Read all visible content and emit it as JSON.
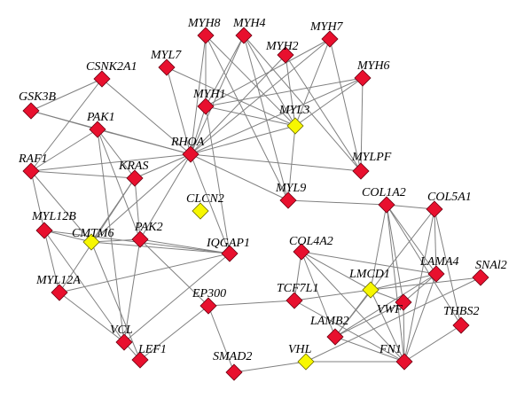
{
  "colors": {
    "protein": "#e8102e",
    "highlighted": "#f7f700",
    "edge": "#808080"
  },
  "nodes": [
    {
      "id": "MYH8",
      "label": "MYH8",
      "color": "protein"
    },
    {
      "id": "MYH4",
      "label": "MYH4",
      "color": "protein"
    },
    {
      "id": "MYH7",
      "label": "MYH7",
      "color": "protein"
    },
    {
      "id": "MYH2",
      "label": "MYH2",
      "color": "protein"
    },
    {
      "id": "MYL7",
      "label": "MYL7",
      "color": "protein"
    },
    {
      "id": "MYH6",
      "label": "MYH6",
      "color": "protein"
    },
    {
      "id": "CSNK2A1",
      "label": "CSNK2A1",
      "color": "protein"
    },
    {
      "id": "MYH1",
      "label": "MYH1",
      "color": "protein"
    },
    {
      "id": "MYL3",
      "label": "MYL3",
      "color": "highlighted"
    },
    {
      "id": "GSK3B",
      "label": "GSK3B",
      "color": "protein"
    },
    {
      "id": "PAK1",
      "label": "PAK1",
      "color": "protein"
    },
    {
      "id": "RHOA",
      "label": "RHOA",
      "color": "protein"
    },
    {
      "id": "MYLPF",
      "label": "MYLPF",
      "color": "protein"
    },
    {
      "id": "RAF1",
      "label": "RAF1",
      "color": "protein"
    },
    {
      "id": "KRAS",
      "label": "KRAS",
      "color": "protein"
    },
    {
      "id": "CLCN2",
      "label": "CLCN2",
      "color": "highlighted"
    },
    {
      "id": "MYL9",
      "label": "MYL9",
      "color": "protein"
    },
    {
      "id": "COL1A2",
      "label": "COL1A2",
      "color": "protein"
    },
    {
      "id": "COL5A1",
      "label": "COL5A1",
      "color": "protein"
    },
    {
      "id": "MYL12B",
      "label": "MYL12B",
      "color": "protein"
    },
    {
      "id": "CMTM6",
      "label": "CMTM6",
      "color": "highlighted"
    },
    {
      "id": "PAK2",
      "label": "PAK2",
      "color": "protein"
    },
    {
      "id": "IQGAP1",
      "label": "IQGAP1",
      "color": "protein"
    },
    {
      "id": "COL4A2",
      "label": "COL4A2",
      "color": "protein"
    },
    {
      "id": "LAMA4",
      "label": "LAMA4",
      "color": "protein"
    },
    {
      "id": "SNAI2",
      "label": "SNAl2",
      "color": "protein"
    },
    {
      "id": "LMCD1",
      "label": "LMCD1",
      "color": "highlighted"
    },
    {
      "id": "TCF7L1",
      "label": "TCF7L1",
      "color": "protein"
    },
    {
      "id": "MYL12A",
      "label": "MYL12A",
      "color": "protein"
    },
    {
      "id": "EP300",
      "label": "EP300",
      "color": "protein"
    },
    {
      "id": "VWF",
      "label": "VWF",
      "color": "protein"
    },
    {
      "id": "LAMB2",
      "label": "LAMB2",
      "color": "protein"
    },
    {
      "id": "THBS2",
      "label": "THBS2",
      "color": "protein"
    },
    {
      "id": "VCL",
      "label": "VCL",
      "color": "protein"
    },
    {
      "id": "LEF1",
      "label": "LEF1",
      "color": "protein"
    },
    {
      "id": "SMAD2",
      "label": "SMAD2",
      "color": "protein"
    },
    {
      "id": "VHL",
      "label": "VHL",
      "color": "highlighted"
    },
    {
      "id": "FN1",
      "label": "FN1",
      "color": "protein"
    }
  ],
  "edges": [
    [
      "MYH8",
      "RHOA"
    ],
    [
      "MYH8",
      "MYL3"
    ],
    [
      "MYH8",
      "MYL9"
    ],
    [
      "MYH8",
      "MYH1"
    ],
    [
      "MYH4",
      "RHOA"
    ],
    [
      "MYH4",
      "MYL3"
    ],
    [
      "MYH4",
      "MYLPF"
    ],
    [
      "MYH4",
      "MYL9"
    ],
    [
      "MYH4",
      "MYH1"
    ],
    [
      "MYH7",
      "RHOA"
    ],
    [
      "MYH7",
      "MYL3"
    ],
    [
      "MYH7",
      "MYLPF"
    ],
    [
      "MYH7",
      "MYH1"
    ],
    [
      "MYH2",
      "RHOA"
    ],
    [
      "MYH2",
      "MYL3"
    ],
    [
      "MYH2",
      "MYLPF"
    ],
    [
      "MYH6",
      "RHOA"
    ],
    [
      "MYH6",
      "MYL3"
    ],
    [
      "MYH6",
      "MYLPF"
    ],
    [
      "MYH6",
      "MYH1"
    ],
    [
      "MYL7",
      "RHOA"
    ],
    [
      "MYL7",
      "MYL3"
    ],
    [
      "CSNK2A1",
      "GSK3B"
    ],
    [
      "CSNK2A1",
      "RAF1"
    ],
    [
      "CSNK2A1",
      "RHOA"
    ],
    [
      "GSK3B",
      "PAK1"
    ],
    [
      "GSK3B",
      "RHOA"
    ],
    [
      "PAK1",
      "RAF1"
    ],
    [
      "PAK1",
      "KRAS"
    ],
    [
      "PAK1",
      "RHOA"
    ],
    [
      "PAK1",
      "PAK2"
    ],
    [
      "PAK1",
      "VCL"
    ],
    [
      "RAF1",
      "KRAS"
    ],
    [
      "RAF1",
      "RHOA"
    ],
    [
      "RAF1",
      "MYL12B"
    ],
    [
      "RAF1",
      "CMTM6"
    ],
    [
      "KRAS",
      "RHOA"
    ],
    [
      "KRAS",
      "PAK2"
    ],
    [
      "KRAS",
      "CMTM6"
    ],
    [
      "KRAS",
      "MYL12A"
    ],
    [
      "RHOA",
      "MYH1"
    ],
    [
      "RHOA",
      "MYL3"
    ],
    [
      "RHOA",
      "MYLPF"
    ],
    [
      "RHOA",
      "IQGAP1"
    ],
    [
      "RHOA",
      "MYL9"
    ],
    [
      "RHOA",
      "PAK2"
    ],
    [
      "RHOA",
      "CMTM6"
    ],
    [
      "MYH1",
      "MYL3"
    ],
    [
      "MYH1",
      "IQGAP1"
    ],
    [
      "MYL3",
      "MYL9"
    ],
    [
      "MYL9",
      "COL1A2"
    ],
    [
      "MYL12B",
      "CMTM6"
    ],
    [
      "MYL12B",
      "IQGAP1"
    ],
    [
      "MYL12B",
      "MYL12A"
    ],
    [
      "MYL12B",
      "VCL"
    ],
    [
      "CMTM6",
      "PAK2"
    ],
    [
      "CMTM6",
      "IQGAP1"
    ],
    [
      "CMTM6",
      "LEF1"
    ],
    [
      "PAK2",
      "IQGAP1"
    ],
    [
      "PAK2",
      "VCL"
    ],
    [
      "PAK2",
      "EP300"
    ],
    [
      "IQGAP1",
      "MYL12A"
    ],
    [
      "IQGAP1",
      "VCL"
    ],
    [
      "EP300",
      "LEF1"
    ],
    [
      "EP300",
      "TCF7L1"
    ],
    [
      "EP300",
      "SMAD2"
    ],
    [
      "MYL12A",
      "VCL"
    ],
    [
      "VCL",
      "LEF1"
    ],
    [
      "SMAD2",
      "VHL"
    ],
    [
      "VHL",
      "FN1"
    ],
    [
      "VHL",
      "SNAI2"
    ],
    [
      "COL1A2",
      "COL5A1"
    ],
    [
      "COL1A2",
      "LMCD1"
    ],
    [
      "COL1A2",
      "LAMA4"
    ],
    [
      "COL1A2",
      "VWF"
    ],
    [
      "COL1A2",
      "FN1"
    ],
    [
      "COL1A2",
      "THBS2"
    ],
    [
      "COL5A1",
      "LAMA4"
    ],
    [
      "COL5A1",
      "FN1"
    ],
    [
      "COL5A1",
      "THBS2"
    ],
    [
      "COL5A1",
      "LAMB2"
    ],
    [
      "COL4A2",
      "TCF7L1"
    ],
    [
      "COL4A2",
      "LMCD1"
    ],
    [
      "COL4A2",
      "LAMB2"
    ],
    [
      "COL4A2",
      "FN1"
    ],
    [
      "COL4A2",
      "LAMA4"
    ],
    [
      "LAMA4",
      "LMCD1"
    ],
    [
      "LAMA4",
      "LAMB2"
    ],
    [
      "LAMA4",
      "FN1"
    ],
    [
      "LAMA4",
      "VWF"
    ],
    [
      "LMCD1",
      "LAMB2"
    ],
    [
      "LMCD1",
      "VWF"
    ],
    [
      "LMCD1",
      "FN1"
    ],
    [
      "LMCD1",
      "SNAI2"
    ],
    [
      "LMCD1",
      "TCF7L1"
    ],
    [
      "VWF",
      "LAMB2"
    ],
    [
      "VWF",
      "FN1"
    ],
    [
      "LAMB2",
      "FN1"
    ],
    [
      "FN1",
      "THBS2"
    ],
    [
      "TCF7L1",
      "FN1"
    ]
  ]
}
